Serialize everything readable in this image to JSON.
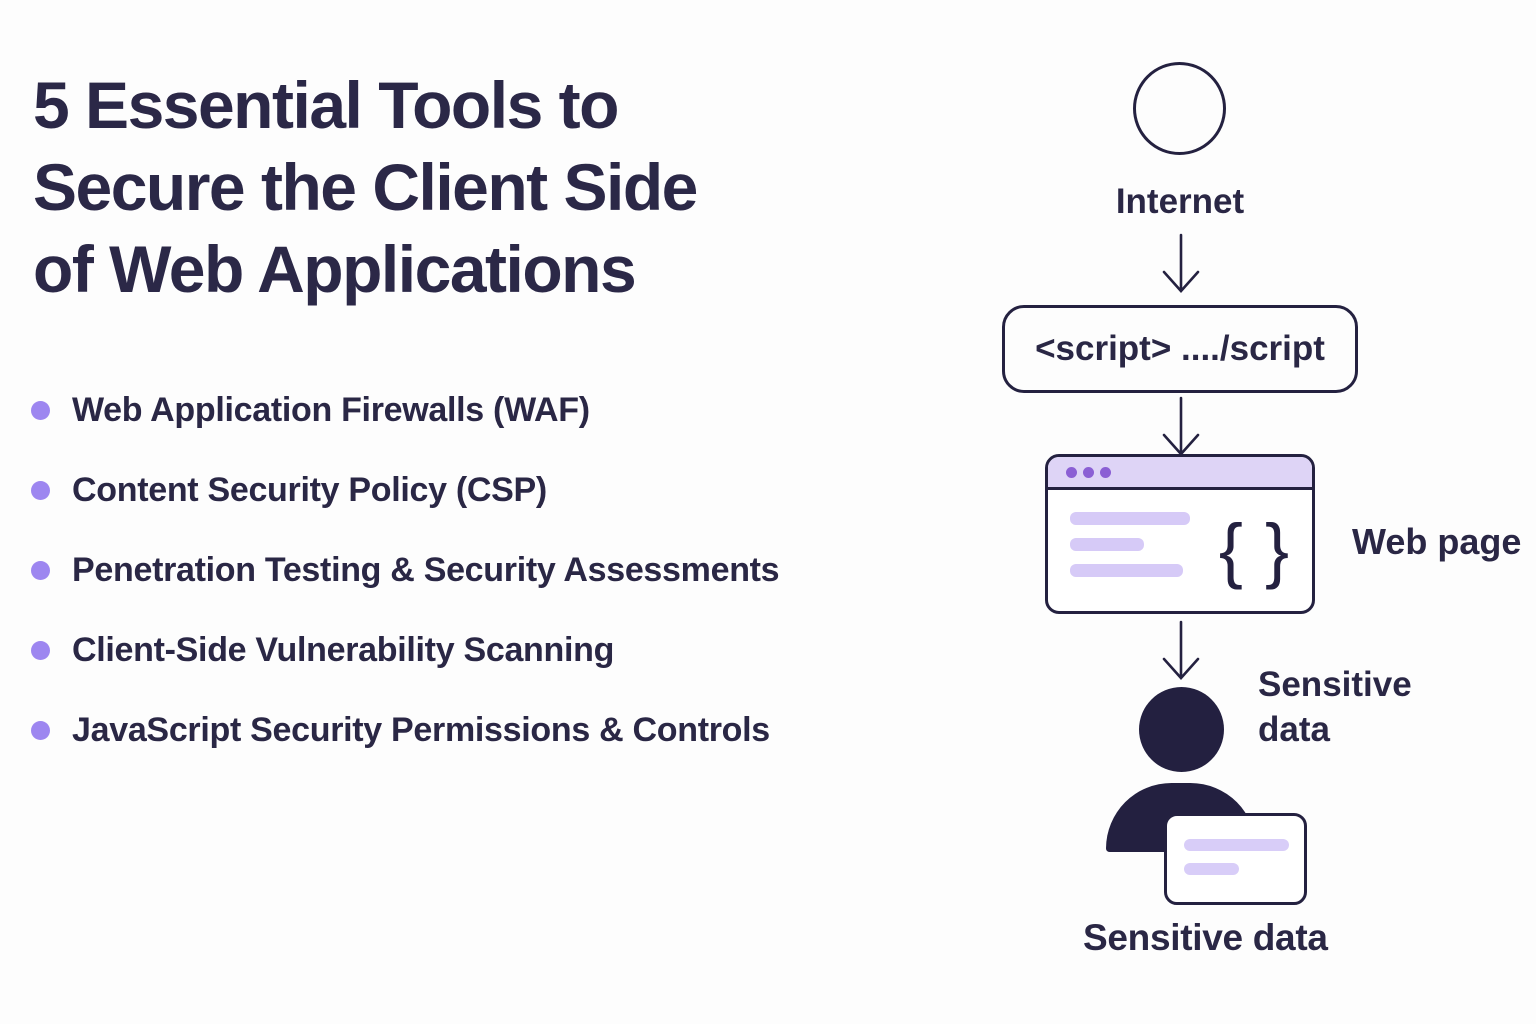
{
  "title": {
    "lines": [
      "5 Essential Tools to",
      "Secure the Client Side",
      "of Web Applications"
    ]
  },
  "tools": [
    "Web Application Firewalls (WAF)",
    "Content Security Policy (CSP)",
    "Penetration Testing & Security Assessments",
    "Client-Side Vulnerability Scanning",
    "JavaScript Security Permissions & Controls"
  ],
  "diagram": {
    "internet_label": "Internet",
    "script_label": "<script> ..../script",
    "webpage_label": "Web page",
    "braces": "{ }",
    "sensitive_side": {
      "line1": "Sensitive",
      "line2": "data"
    },
    "caption": "Sensitive data"
  },
  "colors": {
    "text_dark": "#2a2745",
    "icon_dark": "#232040",
    "bullet_purple": "#9d86f0",
    "bar_purple": "#d6caf7",
    "titlebar_purple": "#ded4f6",
    "titlebar_dot_purple": "#8b5fd4",
    "background": "#fdfdfd"
  }
}
